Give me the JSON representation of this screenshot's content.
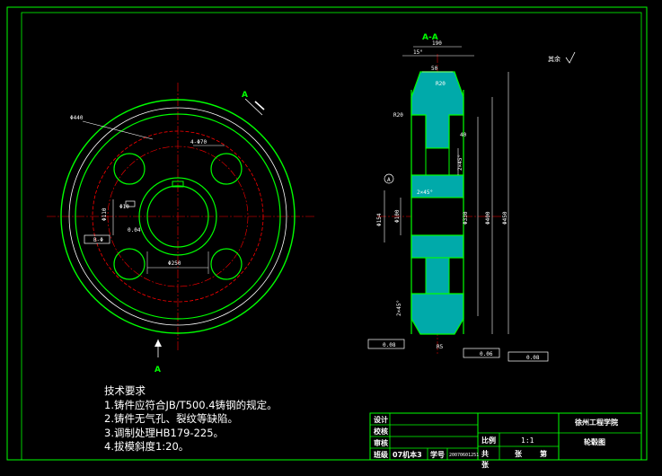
{
  "section_label": "A-A",
  "view_marker": "A",
  "roughness_note": "其余",
  "dimensions": {
    "od_front": "Φ440",
    "bolt_circle": "4-Φ70",
    "bolt_span": "Φ250",
    "hub_dia": "Φ110",
    "hub_dim": "Φ10",
    "datum_note": "0.04",
    "keyway": "B-Φ",
    "top_width": "190",
    "angle": "15°",
    "groove_width": "50",
    "groove_depth": "R20",
    "r20": "R20",
    "web_thick": "40",
    "chamfer1": "2×45°",
    "chamfer2": "2×45°",
    "bore": "Φ100",
    "hub_od": "Φ154",
    "rim_id": "Φ330",
    "od1": "Φ400",
    "od2": "Φ450",
    "r5": "R5",
    "bottom_tol1": "0.08",
    "bottom_tol2": "0.06",
    "runout": "0.08"
  },
  "notes": {
    "title": "技术要求",
    "items": [
      "1.铸件应符合JB/T500.4铸钢的规定。",
      "2.铸件无气孔、裂纹等缺陷。",
      "3.调制处理HB179-225。",
      "4.拔模斜度1:20。"
    ]
  },
  "title_block": {
    "school": "徐州工程学院",
    "drawing_name": "轮毂图",
    "scale_label": "比例",
    "scale_value": "1:1",
    "total_label": "共",
    "sheet_word": "张",
    "page_label": "第",
    "zhang": "张",
    "rows": [
      "设计",
      "校核",
      "审核",
      "班级"
    ],
    "class_value": "07机本3",
    "student_id_label": "学号",
    "student_id_value": "20070601251"
  },
  "colors": {
    "outline": "#00ff00",
    "centerline": "#ff0000",
    "hatch": "#00ffff",
    "text": "#ffffff",
    "frame": "#00ff00"
  }
}
